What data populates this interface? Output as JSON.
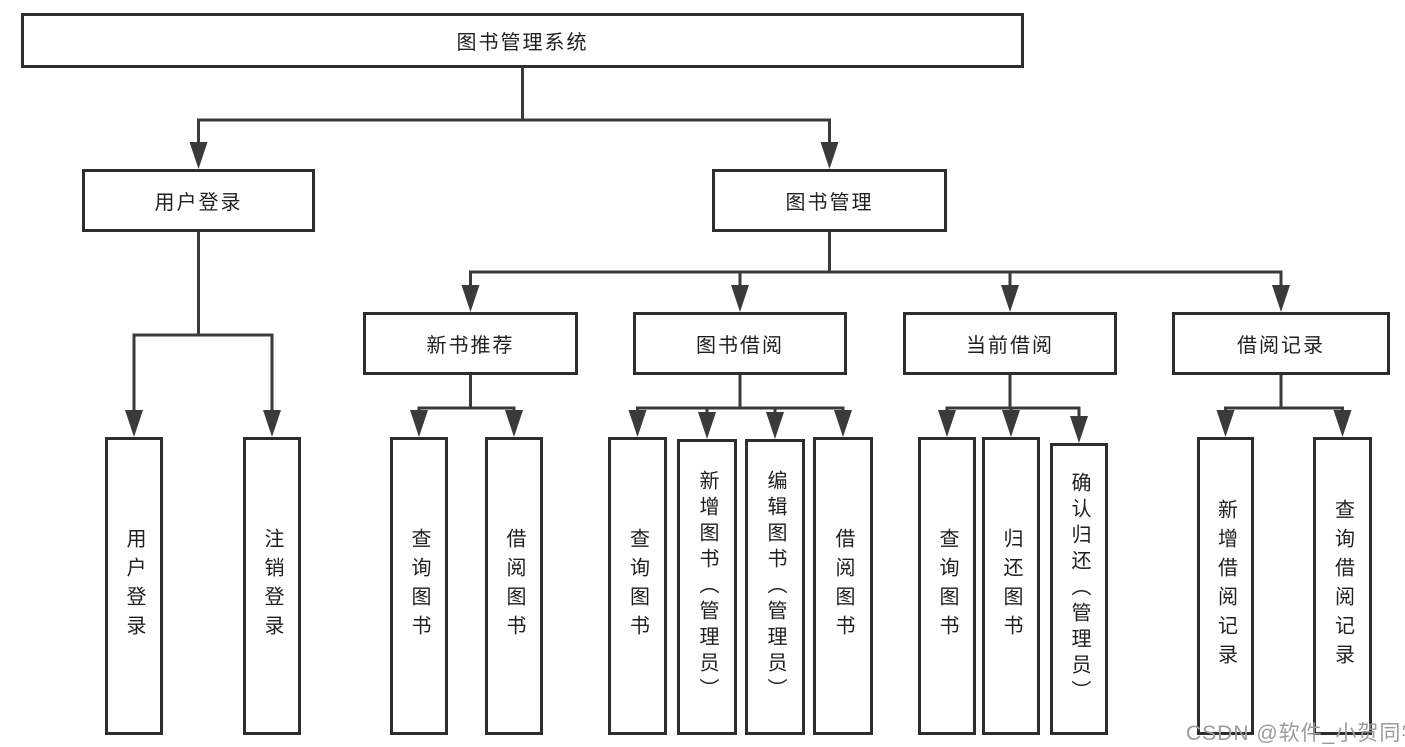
{
  "diagram_title": "图书管理系统",
  "tree": {
    "root": {
      "label": "图书管理系统"
    },
    "branches": [
      {
        "label": "用户登录",
        "children": [
          {
            "label": "用户登录"
          },
          {
            "label": "注销登录"
          }
        ]
      },
      {
        "label": "图书管理",
        "children": [
          {
            "label": "新书推荐",
            "children": [
              {
                "label": "查询图书"
              },
              {
                "label": "借阅图书"
              }
            ]
          },
          {
            "label": "图书借阅",
            "children": [
              {
                "label": "查询图书"
              },
              {
                "label": "新增图书（管理员）"
              },
              {
                "label": "编辑图书（管理员）"
              },
              {
                "label": "借阅图书"
              }
            ]
          },
          {
            "label": "当前借阅",
            "children": [
              {
                "label": "查询图书"
              },
              {
                "label": "归还图书"
              },
              {
                "label": "确认归还（管理员）"
              }
            ]
          },
          {
            "label": "借阅记录",
            "children": [
              {
                "label": "新增借阅记录"
              },
              {
                "label": "查询借阅记录"
              }
            ]
          }
        ]
      }
    ]
  },
  "watermark": {
    "text": "CSDN @软件_小贺同学"
  },
  "colors": {
    "line": "#3a3a3a",
    "border": "#2d2d2d",
    "text": "#1f1f1f",
    "watermark": "#9b9b9b",
    "background": "#ffffff"
  }
}
